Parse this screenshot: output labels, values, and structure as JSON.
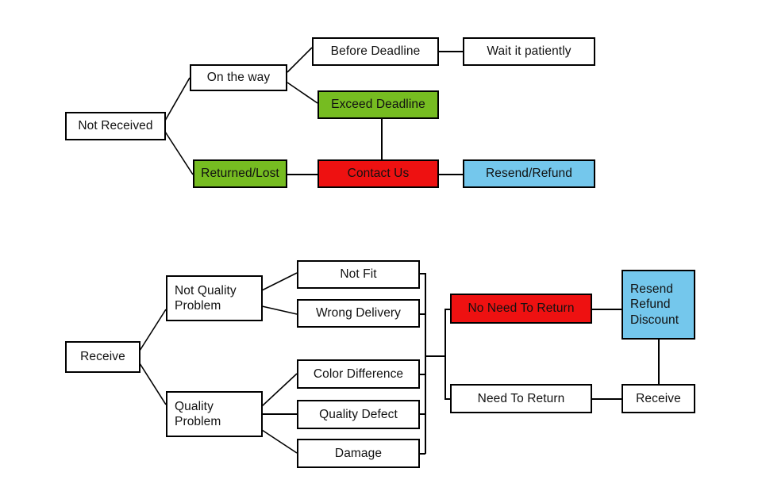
{
  "diagram": {
    "type": "flowchart",
    "title": "",
    "background_color": "#ffffff",
    "palette": {
      "default_fill": "#ffffff",
      "green_fill": "#76bc21",
      "red_fill": "#ee1111",
      "blue_fill": "#74c7ec",
      "stroke": "#000000",
      "text": "#111111"
    },
    "charts": [
      {
        "id": "not-received-flow",
        "nodes": [
          {
            "id": "not-received",
            "label": "Not Received",
            "fill": "default"
          },
          {
            "id": "on-the-way",
            "label": "On the way",
            "fill": "default"
          },
          {
            "id": "before-deadline",
            "label": "Before Deadline",
            "fill": "default"
          },
          {
            "id": "wait-patiently",
            "label": "Wait it patiently",
            "fill": "default"
          },
          {
            "id": "exceed-deadline",
            "label": "Exceed Deadline",
            "fill": "green"
          },
          {
            "id": "returned-lost",
            "label": "Returned/Lost",
            "fill": "green"
          },
          {
            "id": "contact-us",
            "label": "Contact Us",
            "fill": "red"
          },
          {
            "id": "resend-refund",
            "label": "Resend/Refund",
            "fill": "blue"
          }
        ],
        "edges": [
          [
            "not-received",
            "on-the-way"
          ],
          [
            "not-received",
            "returned-lost"
          ],
          [
            "on-the-way",
            "before-deadline"
          ],
          [
            "on-the-way",
            "exceed-deadline"
          ],
          [
            "before-deadline",
            "wait-patiently"
          ],
          [
            "exceed-deadline",
            "contact-us"
          ],
          [
            "returned-lost",
            "contact-us"
          ],
          [
            "contact-us",
            "resend-refund"
          ]
        ]
      },
      {
        "id": "receive-flow",
        "nodes": [
          {
            "id": "receive",
            "label": "Receive",
            "fill": "default"
          },
          {
            "id": "not-quality-problem",
            "label": "Not Quality\nProblem",
            "fill": "default"
          },
          {
            "id": "quality-problem",
            "label": "Quality\nProblem",
            "fill": "default"
          },
          {
            "id": "not-fit",
            "label": "Not Fit",
            "fill": "default"
          },
          {
            "id": "wrong-delivery",
            "label": "Wrong Delivery",
            "fill": "default"
          },
          {
            "id": "color-difference",
            "label": "Color Difference",
            "fill": "default"
          },
          {
            "id": "quality-defect",
            "label": "Quality Defect",
            "fill": "default"
          },
          {
            "id": "damage",
            "label": "Damage",
            "fill": "default"
          },
          {
            "id": "no-need-to-return",
            "label": "No Need To Return",
            "fill": "red"
          },
          {
            "id": "need-to-return",
            "label": "Need To Return",
            "fill": "default"
          },
          {
            "id": "resend-refund-discount",
            "label": "Resend\nRefund\nDiscount",
            "fill": "blue"
          },
          {
            "id": "receive-2",
            "label": "Receive",
            "fill": "default"
          }
        ],
        "edges": [
          [
            "receive",
            "not-quality-problem"
          ],
          [
            "receive",
            "quality-problem"
          ],
          [
            "not-quality-problem",
            "not-fit"
          ],
          [
            "not-quality-problem",
            "wrong-delivery"
          ],
          [
            "quality-problem",
            "color-difference"
          ],
          [
            "quality-problem",
            "quality-defect"
          ],
          [
            "quality-problem",
            "damage"
          ],
          [
            "not-fit",
            "bus"
          ],
          [
            "wrong-delivery",
            "bus"
          ],
          [
            "color-difference",
            "bus"
          ],
          [
            "quality-defect",
            "bus"
          ],
          [
            "damage",
            "bus"
          ],
          [
            "bus",
            "no-need-to-return"
          ],
          [
            "bus",
            "need-to-return"
          ],
          [
            "no-need-to-return",
            "resend-refund-discount"
          ],
          [
            "need-to-return",
            "receive-2"
          ],
          [
            "resend-refund-discount",
            "receive-2"
          ]
        ]
      }
    ]
  }
}
